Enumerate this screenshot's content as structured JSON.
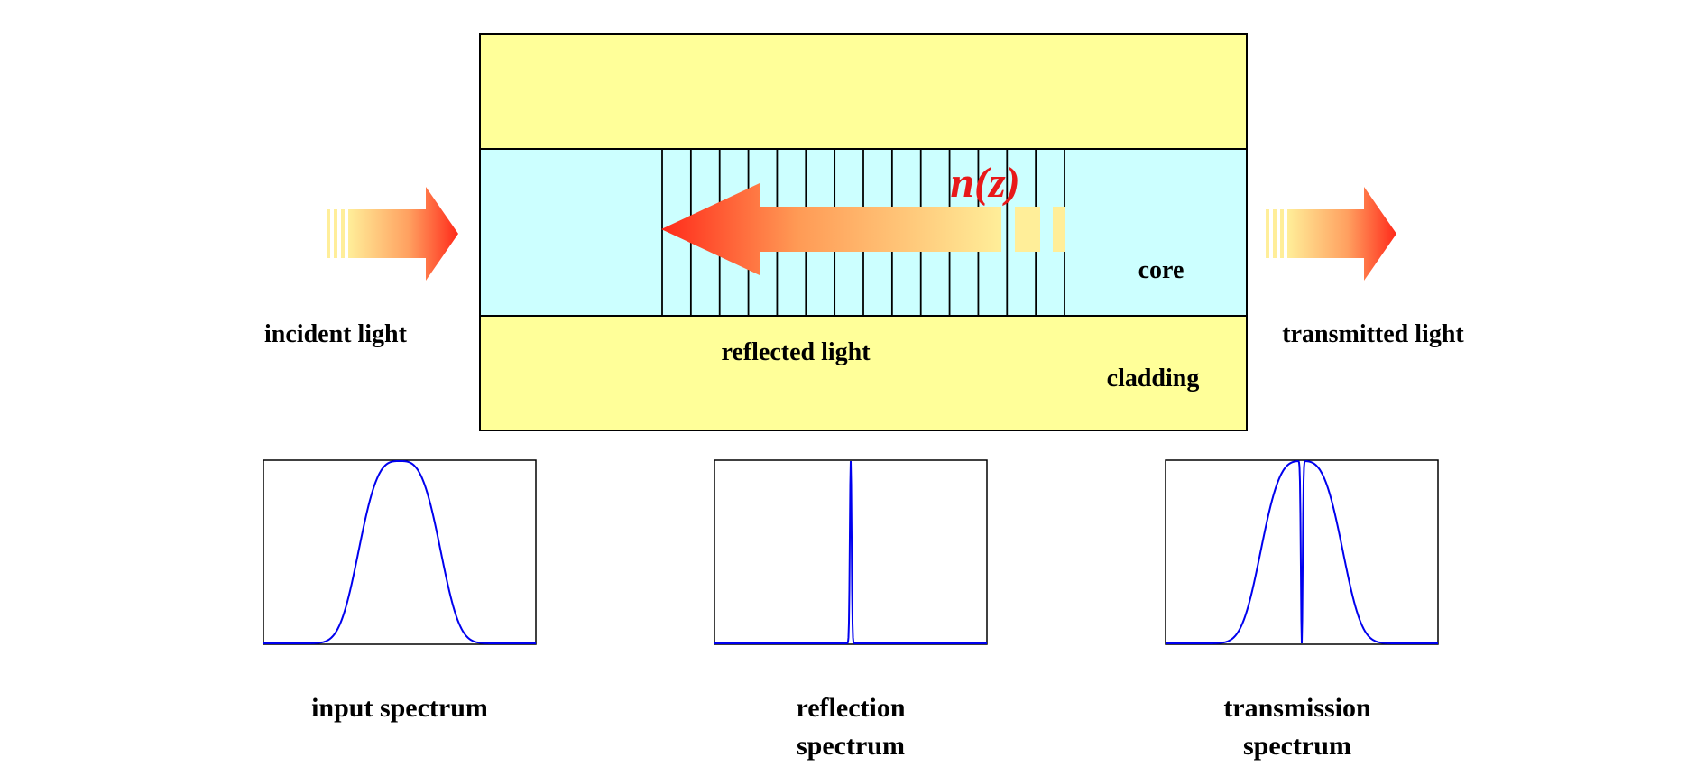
{
  "labels": {
    "incident": "incident light",
    "transmitted": "transmitted light",
    "reflected": "reflected light",
    "core": "core",
    "cladding": "cladding",
    "index": "n(z)",
    "input_spectrum": "input spectrum",
    "reflection_line1": "reflection",
    "reflection_line2": "spectrum",
    "transmission_line1": "transmission",
    "transmission_line2": "spectrum"
  },
  "colors": {
    "cladding": "#FFFF99",
    "core": "#CCFFFF",
    "arrow_head": "#FF2A1A",
    "arrow_tail": "#FFEE99",
    "index_text": "#E8191A",
    "spectrum_line": "#0000EE"
  },
  "grating": {
    "period_count": 14
  }
}
